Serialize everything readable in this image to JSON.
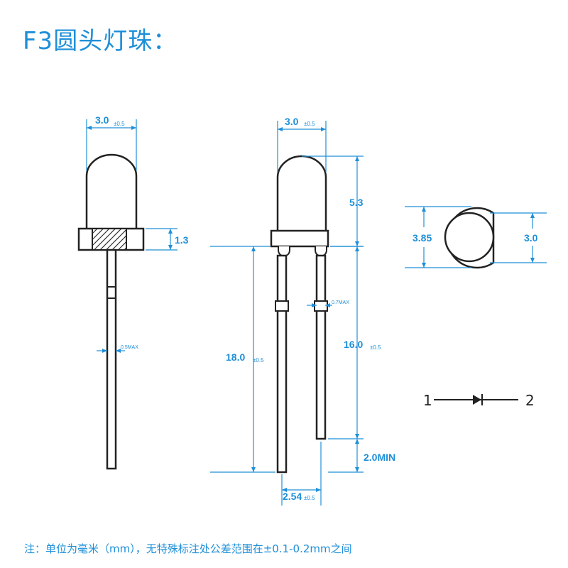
{
  "title": "F3圆头灯珠：",
  "note": "注：单位为毫米（mm），无特殊标注处公差范围在±0.1-0.2mm之间",
  "colors": {
    "accent": "#1e8fd8",
    "outline": "#222222"
  },
  "side_view": {
    "width_value": "3.0",
    "width_tol": "±0.5",
    "flange_value": "1.3",
    "lead_value": "0.5MAX"
  },
  "front_view": {
    "width_value": "3.0",
    "width_tol": "±0.5",
    "dome_value": "5.3",
    "lead_long_value": "18.0",
    "lead_long_tol": "±0.5",
    "lead_short_value": "16.0",
    "lead_short_tol": "±0.5",
    "lead_thick_value": "0.7MAX",
    "diff_value": "2.0MIN",
    "pitch_value": "2.54",
    "pitch_tol": "±0.5"
  },
  "top_view": {
    "outer_value": "3.85",
    "inner_value": "3.0"
  },
  "symbol": {
    "pin1": "1",
    "pin2": "2"
  }
}
